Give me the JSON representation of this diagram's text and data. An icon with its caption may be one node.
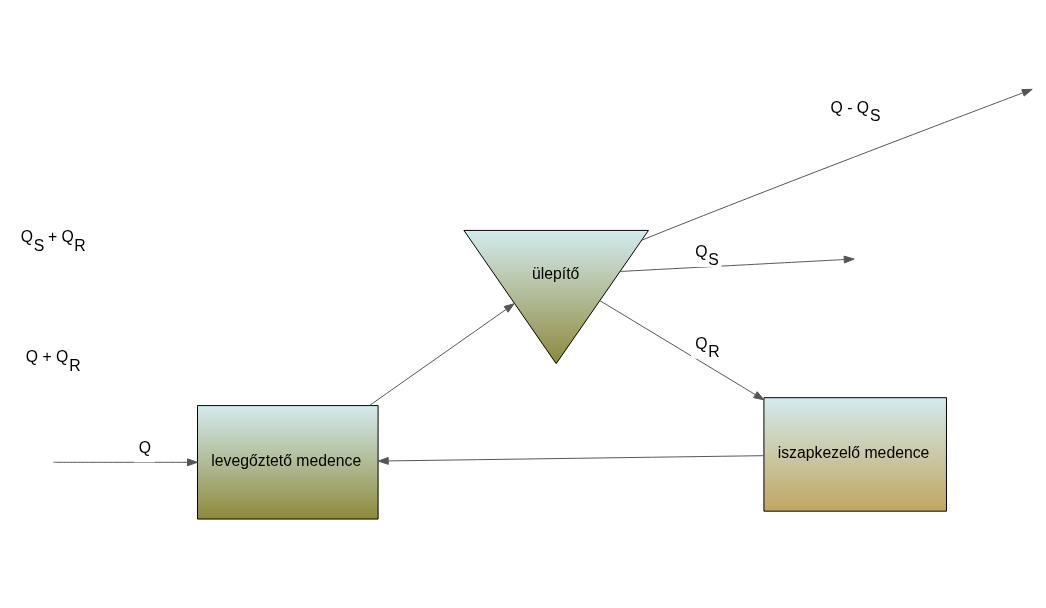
{
  "diagram": {
    "nodes": [
      {
        "text": [
          "levegőztető medence"
        ]
      },
      {
        "text": [
          "ülepítő"
        ]
      },
      {
        "text": [
          "iszapkezelő medence"
        ]
      }
    ],
    "edges": [
      {
        "from": null,
        "to": 0,
        "arrow": "to",
        "label": "Q"
      },
      {
        "from": 2,
        "to": 0,
        "arrow": "to"
      },
      {
        "from": 0,
        "to": 1,
        "arrow": "to"
      },
      {
        "from": 1,
        "to": null,
        "arrow": "to",
        "label": "Q - Q$_{S}$"
      },
      {
        "from": 1,
        "to": 2,
        "arrow": "to",
        "label": "Q$_{R}$"
      },
      {
        "from": 1,
        "to": null,
        "arrow": "to",
        "label": "Q$_{S}$"
      }
    ],
    "labels": [
      "Q + Q$_{R}$",
      "Q$_{S}$ + Q$_{R}$"
    ]
  }
}
